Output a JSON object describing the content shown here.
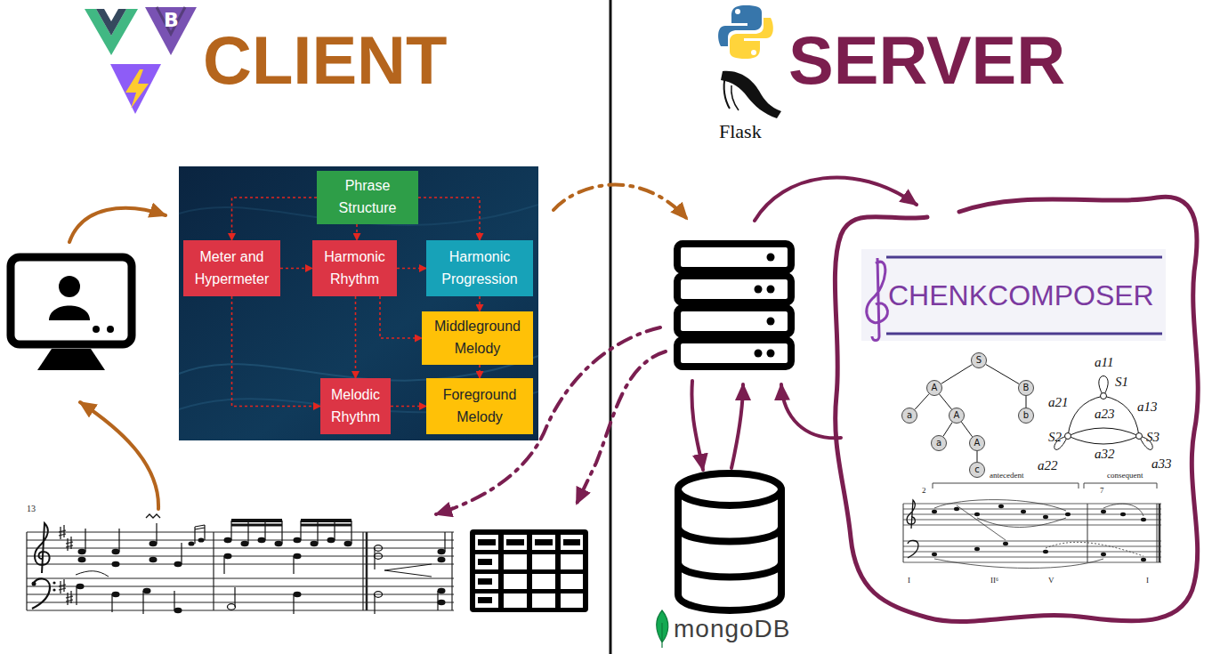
{
  "diagram": {
    "nodes": [
      {
        "text": [
          "Phrase Structure"
        ]
      },
      {
        "text": [
          "Meter and Hypermeter"
        ]
      },
      {
        "text": [
          "Harmonic Rhythm"
        ]
      },
      {
        "text": [
          "Harmonic Progression"
        ]
      },
      {
        "text": [
          "Middleground Melody"
        ]
      },
      {
        "text": [
          "Melodic Rhythm"
        ]
      },
      {
        "text": [
          "Foreground Melody"
        ]
      },
      {
        "text": [
          "S"
        ]
      },
      {
        "text": [
          "A"
        ]
      },
      {
        "text": [
          "B"
        ]
      },
      {
        "text": [
          "a"
        ]
      },
      {
        "text": [
          "A"
        ]
      },
      {
        "text": [
          "b"
        ]
      },
      {
        "text": [
          "a"
        ]
      },
      {
        "text": [
          "A"
        ]
      },
      {
        "text": [
          "c"
        ]
      }
    ],
    "edges": [
      {
        "from": 0,
        "to": 1,
        "arrow": "to"
      },
      {
        "from": 0,
        "to": 2,
        "arrow": "to"
      },
      {
        "from": 0,
        "to": 3,
        "arrow": "to"
      },
      {
        "from": 1,
        "to": 2,
        "arrow": "to"
      },
      {
        "from": 2,
        "to": 3,
        "arrow": "to"
      },
      {
        "from": 2,
        "to": 4,
        "arrow": "to"
      },
      {
        "from": 2,
        "to": 5,
        "arrow": "to"
      },
      {
        "from": 1,
        "to": 5,
        "arrow": "to"
      },
      {
        "from": 3,
        "to": 4,
        "arrow": "to"
      },
      {
        "from": 4,
        "to": 6,
        "arrow": "to"
      },
      {
        "from": 5,
        "to": 6,
        "arrow": "to"
      },
      {
        "from": 7,
        "to": 8,
        "arrow": "none"
      },
      {
        "from": 7,
        "to": 9,
        "arrow": "none"
      },
      {
        "from": 8,
        "to": 10,
        "arrow": "none"
      },
      {
        "from": 8,
        "to": 11,
        "arrow": "none"
      },
      {
        "from": 9,
        "to": 12,
        "arrow": "none"
      },
      {
        "from": 11,
        "to": 13,
        "arrow": "none"
      },
      {
        "from": 11,
        "to": 14,
        "arrow": "none"
      },
      {
        "from": 14,
        "to": 15,
        "arrow": "none"
      }
    ],
    "labels": [
      "CLIENT",
      "SERVER",
      "Flask",
      "CHENKCOMPOSER",
      "a11",
      "S1",
      "a21",
      "a13",
      "a23",
      "S2",
      "S3",
      "a22",
      "a32",
      "a33",
      "2",
      "antecedent",
      "7",
      "consequent",
      "I",
      "II⁶",
      "V",
      "I",
      "13",
      "mongoDB",
      "B"
    ]
  }
}
